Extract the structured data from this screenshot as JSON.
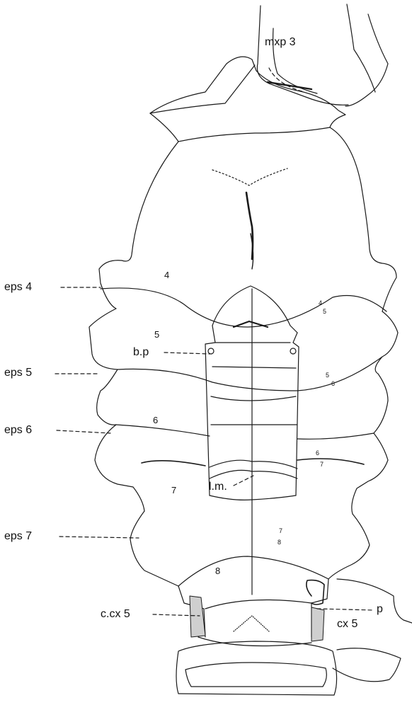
{
  "labels": {
    "mxp3": "mxp 3",
    "eps4": "eps 4",
    "eps5": "eps 5",
    "eps6": "eps 6",
    "eps7": "eps 7",
    "bp": "b.p",
    "lm": "l.m.",
    "p": "p",
    "ccx5": "c.cx 5",
    "cx5": "cx 5"
  },
  "segments": {
    "s4": "4",
    "s5": "5",
    "s6": "6",
    "s7": "7",
    "s8": "8"
  },
  "sutures": {
    "a_top": "4",
    "a_bot": "5",
    "b_top": "5",
    "b_bot": "6",
    "c_top": "6",
    "c_bot": "7",
    "d_top": "7",
    "d_bot": "8"
  }
}
